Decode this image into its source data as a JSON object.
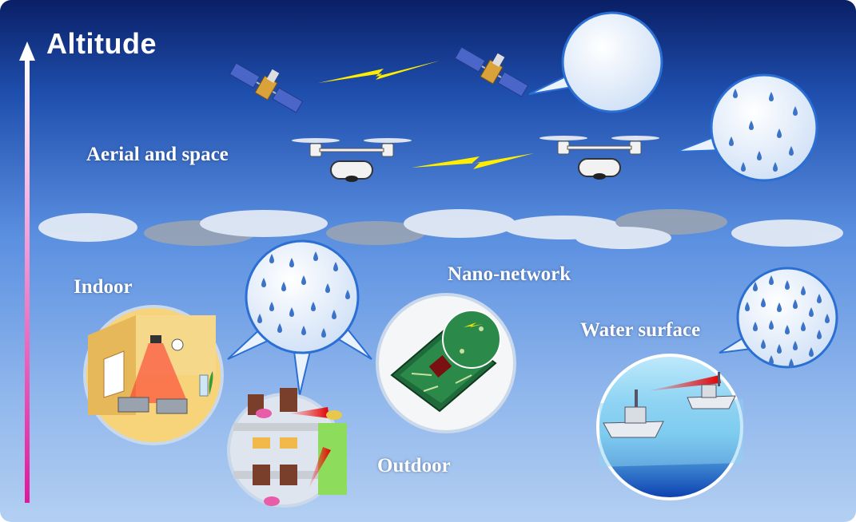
{
  "diagram": {
    "axis_label": "Altitude",
    "regions": {
      "aerial": "Aerial and space",
      "indoor": "Indoor",
      "nano": "Nano-network",
      "water": "Water surface",
      "outdoor": "Outdoor"
    }
  },
  "colors": {
    "sky_top": "#0a1f66",
    "sky_bottom": "#a8c8f0",
    "link_bolt": "#ffee00",
    "axis_gradient_top": "#ffffff",
    "axis_gradient_bottom": "#e0189c",
    "rain_drop": "#3b73c8",
    "bubble_border": "#2b6fd4"
  },
  "icons": [
    "satellite-icon",
    "drone-icon",
    "lightning-link-icon",
    "cloud-icon",
    "rain-bubble-icon",
    "chip-icon",
    "ship-icon",
    "office-room-icon",
    "city-street-icon"
  ]
}
